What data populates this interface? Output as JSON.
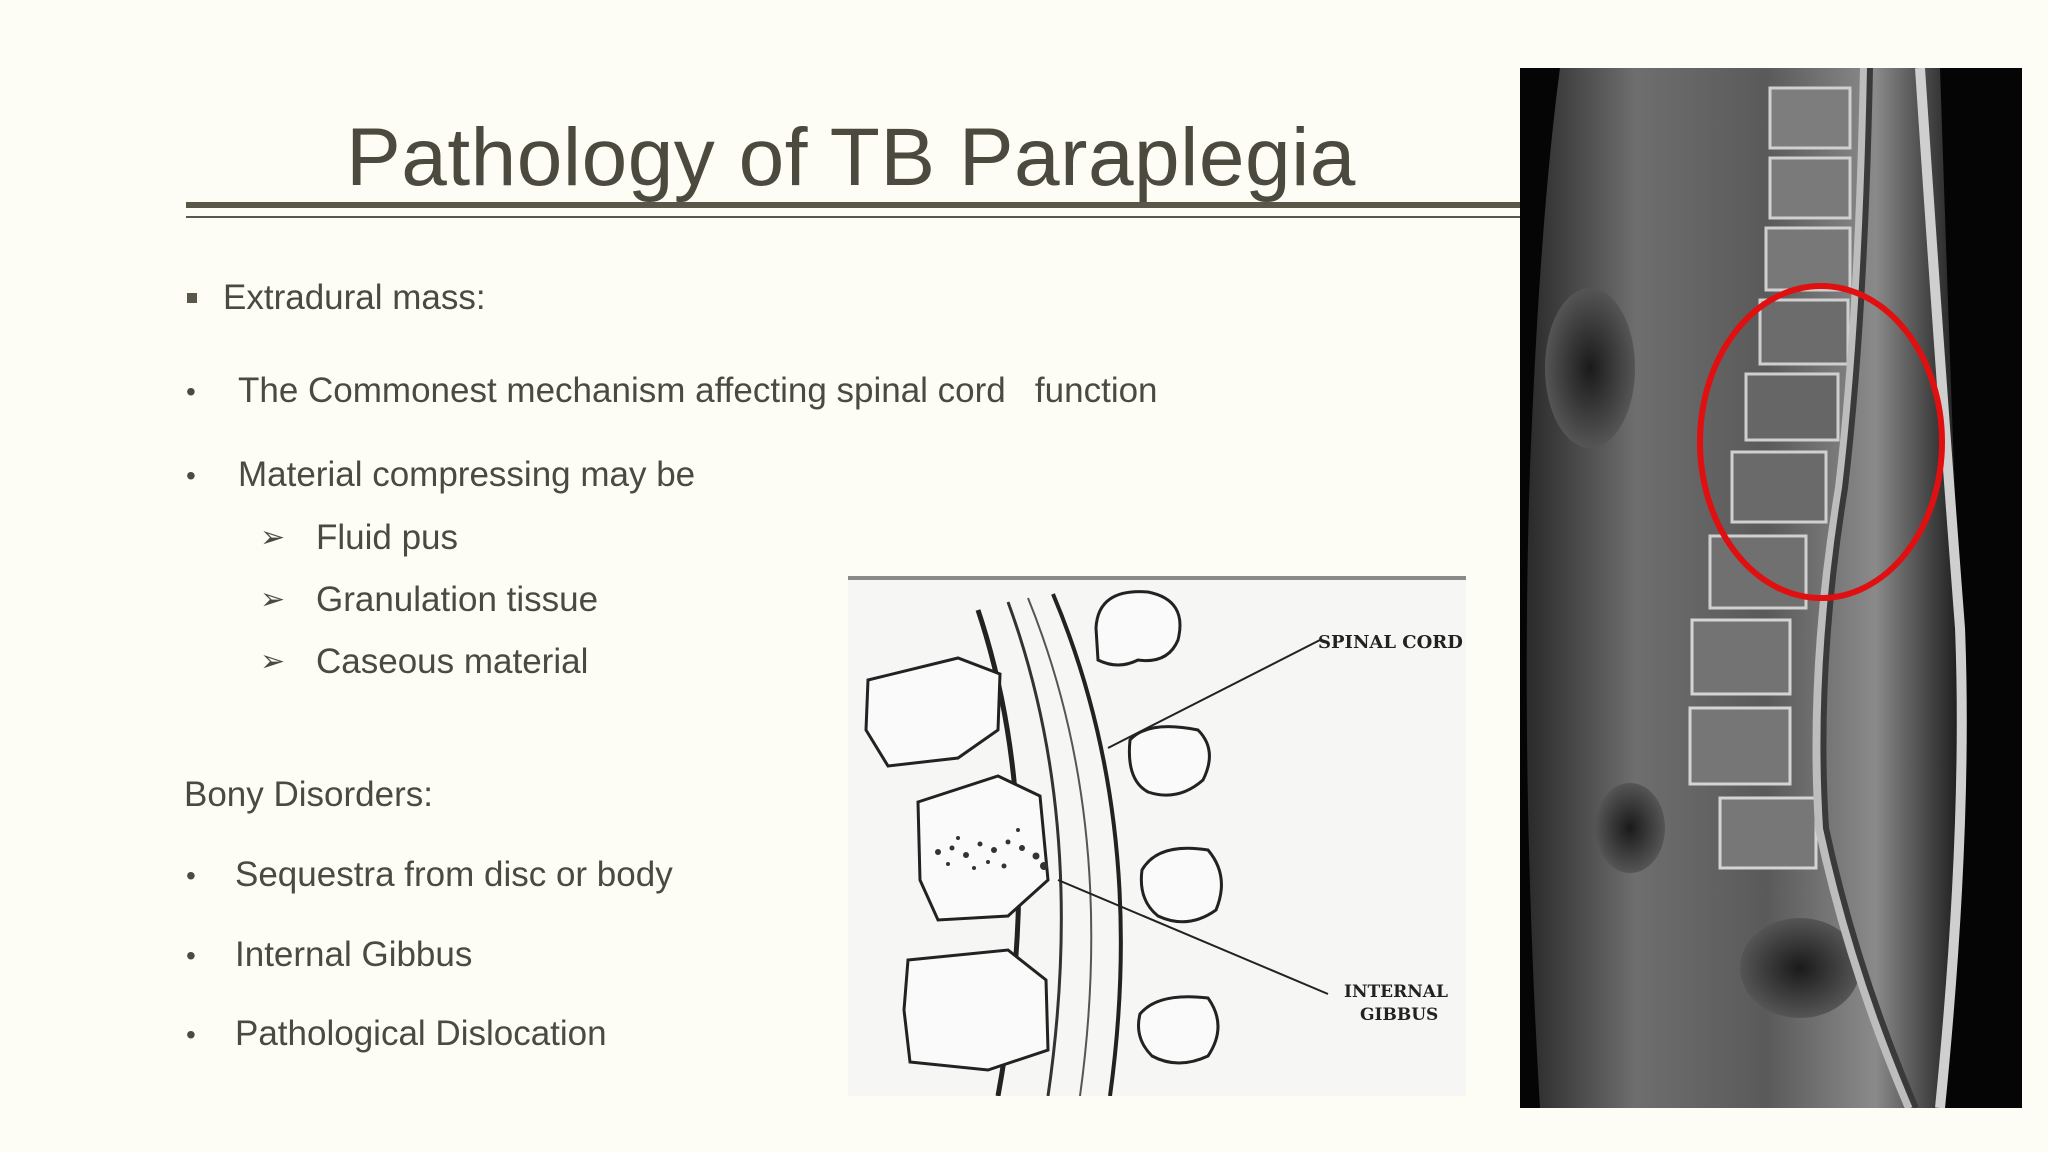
{
  "slide": {
    "title": "Pathology of TB Paraplegia",
    "section1": {
      "heading": "Extradural mass:",
      "bullets": [
        "The Commonest mechanism affecting spinal cord   function",
        "Material compressing may be"
      ],
      "sub_bullets": [
        "Fluid pus",
        "Granulation tissue",
        "Caseous material"
      ]
    },
    "section2": {
      "heading": "Bony Disorders:",
      "bullets": [
        "Sequestra from disc or body",
        "Internal Gibbus",
        "Pathological Dislocation"
      ]
    },
    "diagram": {
      "label_spinal_cord": "SPINAL CORD",
      "label_internal": "INTERNAL",
      "label_gibbus": "GIBBUS"
    },
    "colors": {
      "background": "#fdfdf5",
      "text": "#4a4a42",
      "rule": "#5a5648",
      "highlight_ellipse": "#e01010"
    }
  }
}
